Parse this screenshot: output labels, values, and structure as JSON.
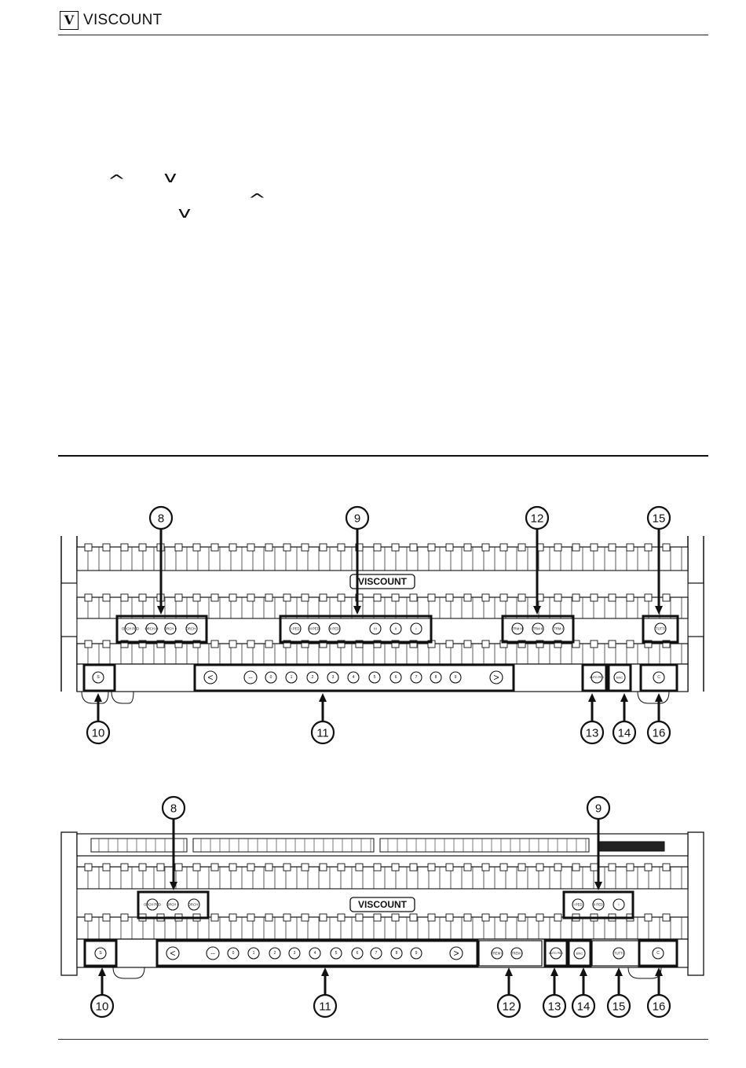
{
  "header": {
    "logo_mark": "V",
    "brand": "VISCOUNT"
  },
  "text_glyphs": {
    "up": "^",
    "down": "v"
  },
  "console_top": {
    "brand_plate": "VISCOUNT",
    "callouts": [
      "8",
      "9",
      "12",
      "15",
      "10",
      "11",
      "13",
      "14",
      "16"
    ],
    "buttons": {
      "group8": [
        "ORCH PED",
        "ORCH III",
        "ORCH II",
        "ORCH I"
      ],
      "group9_left": [
        "I PED",
        "III PED",
        "II PED"
      ],
      "group9_right": [
        "III",
        "II",
        "I"
      ],
      "group12": [
        "TRM III",
        "TRM II",
        "TRM I"
      ],
      "tutti": "TUTTI",
      "set": "S",
      "seq_prev": "<",
      "seq_dash": "--",
      "seq_numbers": [
        "0",
        "1",
        "2",
        "3",
        "4",
        "5",
        "6",
        "7",
        "8",
        "9"
      ],
      "seq_next": ">",
      "auto_ped": "AUTO PED",
      "enc": "ENC",
      "cancel": "C"
    }
  },
  "console_bottom": {
    "brand_plate": "VISCOUNT",
    "callouts": [
      "8",
      "9",
      "10",
      "11",
      "12",
      "13",
      "14",
      "15",
      "16"
    ],
    "buttons": {
      "group8": [
        "ORCH PED",
        "ORCH II",
        "ORCH I"
      ],
      "group9": [
        "I PED",
        "II PED",
        "I"
      ],
      "set": "S",
      "seq_prev": "<",
      "seq_dash": "--",
      "seq_numbers": [
        "0",
        "1",
        "2",
        "3",
        "4",
        "5",
        "6",
        "7",
        "8",
        "9"
      ],
      "seq_next": ">",
      "group12": [
        "TREM II",
        "TREM I"
      ],
      "auto_ped": "AUTO PED",
      "enc": "ENC",
      "tutti": "TUTTI",
      "cancel": "C"
    }
  }
}
